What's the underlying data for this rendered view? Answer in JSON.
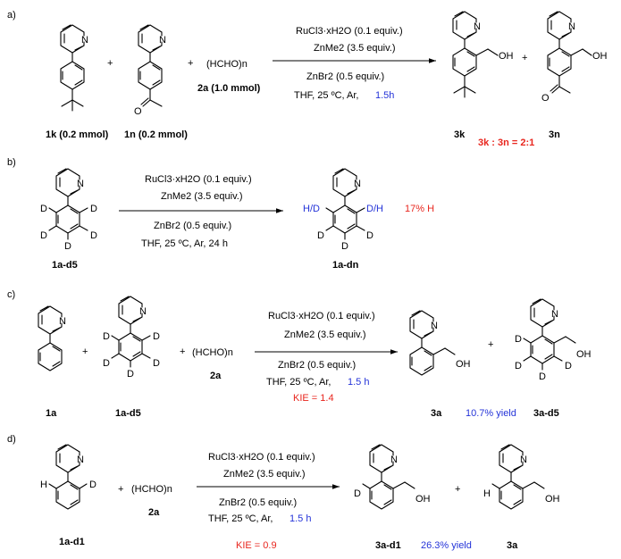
{
  "colors": {
    "text": "#000000",
    "red": "#e8261e",
    "blue": "#2433d8"
  },
  "panels": {
    "a": {
      "label": "a)",
      "reactant1": "1k (0.2 mmol)",
      "reactant2": "1n (0.2 mmol)",
      "reagent_formaldehyde": "(HCHO)n",
      "reagent_2a": "2a (1.0 mmol)",
      "cond_above_1": "RuCl3·xH2O (0.1 equiv.)",
      "cond_above_2": "ZnMe2 (3.5 equiv.)",
      "cond_below_1": "ZnBr2 (0.5 equiv.)",
      "cond_below_2": "THF, 25 ºC, Ar,",
      "time": "1.5h",
      "product1": "3k",
      "product2": "3n",
      "ratio": "3k : 3n = 2:1"
    },
    "b": {
      "label": "b)",
      "reactant": "1a-d5",
      "cond_above_1": "RuCl3·xH2O (0.1 equiv.)",
      "cond_above_2": "ZnMe2 (3.5 equiv.)",
      "cond_below_1": "ZnBr2 (0.5 equiv.)",
      "cond_below_2": "THF, 25 ºC, Ar, 24 h",
      "product": "1a-dn",
      "result": "17% H"
    },
    "c": {
      "label": "c)",
      "reactant1": "1a",
      "reactant2": "1a-d5",
      "reagent": "(HCHO)n",
      "reagent_label": "2a",
      "cond_above_1": "RuCl3·xH2O (0.1 equiv.)",
      "cond_above_2": "ZnMe2 (3.5 equiv.)",
      "cond_below_1": "ZnBr2 (0.5 equiv.)",
      "cond_below_2": "THF, 25 ºC, Ar,",
      "time": "1.5 h",
      "kie": "KIE = 1.4",
      "product1": "3a",
      "yield": "10.7% yield",
      "product2": "3a-d5"
    },
    "d": {
      "label": "d)",
      "reactant": "1a-d1",
      "reagent": "(HCHO)n",
      "reagent_label": "2a",
      "cond_above_1": "RuCl3·xH2O (0.1 equiv.)",
      "cond_above_2": "ZnMe2 (3.5 equiv.)",
      "cond_below_1": "ZnBr2 (0.5 equiv.)",
      "cond_below_2": "THF, 25 ºC, Ar,",
      "time": "1.5 h",
      "kie": "KIE = 0.9",
      "product1": "3a-d1",
      "yield": "26.3% yield",
      "product2": "3a"
    }
  },
  "atoms": {
    "N": "N",
    "D": "D",
    "H": "H",
    "OH": "OH",
    "O": "O",
    "HD": "H/D",
    "DH": "D/H",
    "plus": "+"
  }
}
